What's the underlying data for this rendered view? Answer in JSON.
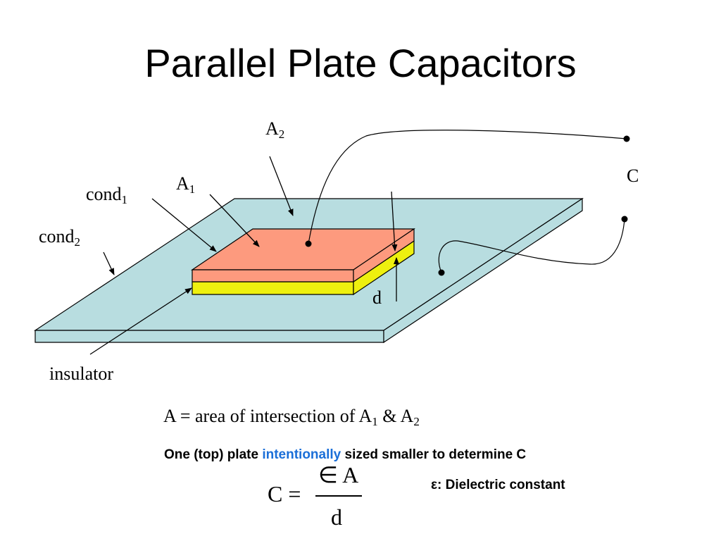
{
  "title": "Parallel Plate Capacitors",
  "labels": {
    "a2": {
      "base": "A",
      "sub": "2"
    },
    "a1": {
      "base": "A",
      "sub": "1"
    },
    "cond1": {
      "base": "cond",
      "sub": "1"
    },
    "cond2": {
      "base": "cond",
      "sub": "2"
    },
    "insulator": "insulator",
    "d": "d",
    "c_terminal": "C"
  },
  "definition": {
    "prefix": "A = area of intersection of A",
    "sub1": "1",
    "amp": " & A",
    "sub2": "2"
  },
  "note": {
    "before": "One (top) plate ",
    "highlight": "intentionally",
    "after": " sized smaller to determine C"
  },
  "formula": {
    "lhs": "C =",
    "numerator": "∈ A",
    "denominator": "d"
  },
  "epsilon_note": "ε: Dielectric constant",
  "colors": {
    "base_plate": "#b8dde0",
    "top_plate": "#fd9a7e",
    "insulator": "#eef00f",
    "accent": "#1b6fd8"
  }
}
